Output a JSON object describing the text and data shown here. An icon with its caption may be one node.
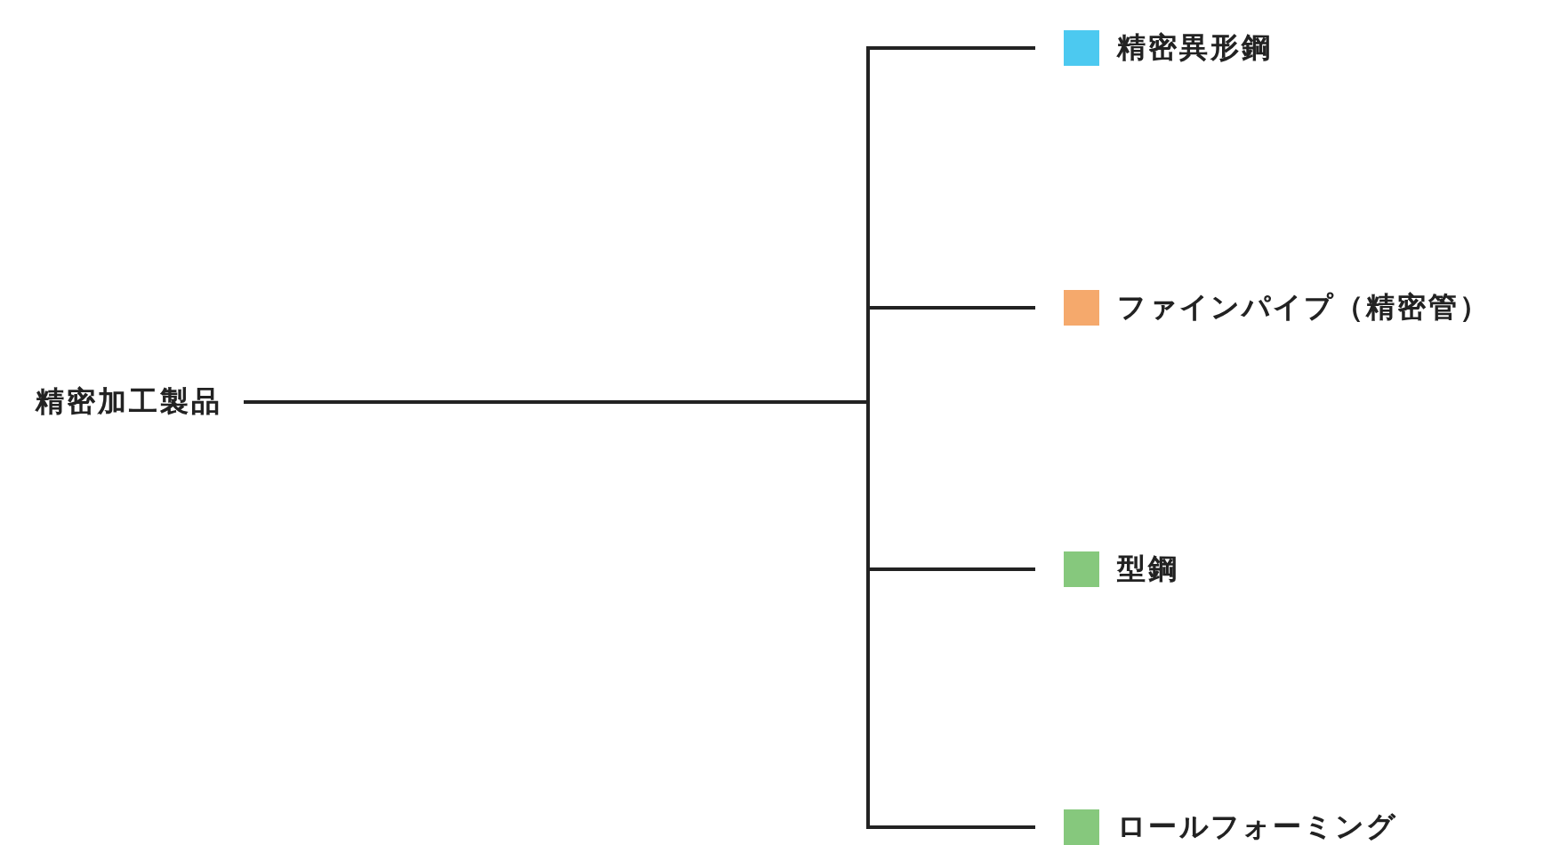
{
  "diagram": {
    "nodes": [
      {
        "text": [
          "精密加工製品"
        ]
      },
      {
        "text": [
          "精密異形鋼"
        ]
      },
      {
        "text": [
          "ファインパイプ（精密管）"
        ]
      },
      {
        "text": [
          "型鋼"
        ]
      },
      {
        "text": [
          "ロールフォーミング"
        ]
      }
    ],
    "edges": [
      {
        "from": 0,
        "to": 1,
        "arrow": "none"
      },
      {
        "from": 0,
        "to": 2,
        "arrow": "none"
      },
      {
        "from": 0,
        "to": 3,
        "arrow": "none"
      },
      {
        "from": 0,
        "to": 4,
        "arrow": "none"
      }
    ]
  }
}
